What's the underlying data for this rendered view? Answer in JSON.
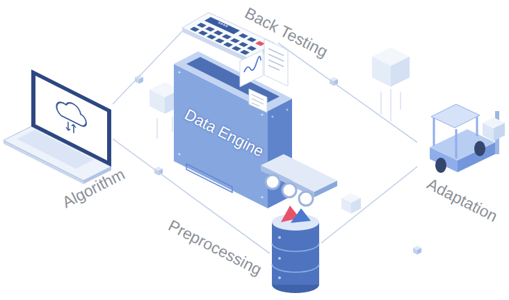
{
  "diagram": {
    "nodes": [
      {
        "text": [
          "Back Testing"
        ]
      },
      {
        "text": [
          "Algorithm"
        ]
      },
      {
        "text": [
          "Data Engine"
        ]
      },
      {
        "text": [
          "Adaptation"
        ]
      },
      {
        "text": [
          "Preprocessing"
        ]
      }
    ],
    "edges": [
      {
        "from": 1,
        "to": 0,
        "arrow": "none"
      },
      {
        "from": 0,
        "to": 3,
        "arrow": "none"
      },
      {
        "from": 3,
        "to": 4,
        "arrow": "none"
      },
      {
        "from": 4,
        "to": 1,
        "arrow": "none"
      }
    ],
    "labels": [
      "****"
    ]
  }
}
